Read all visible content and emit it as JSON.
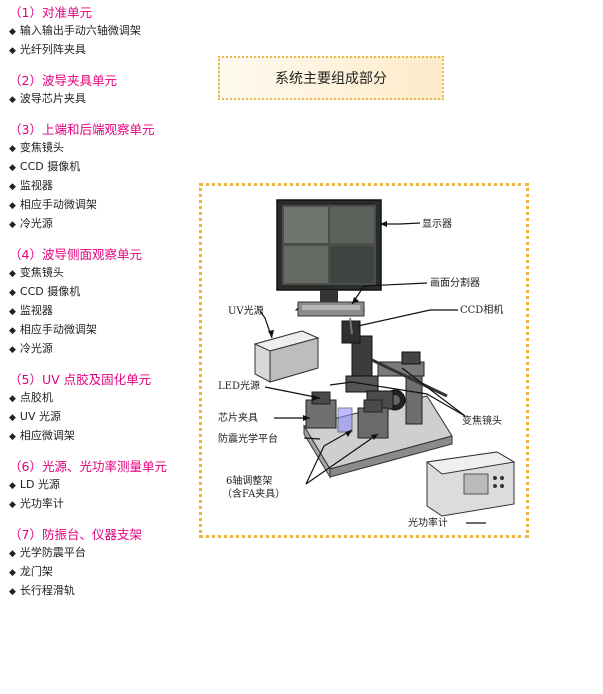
{
  "sections": [
    {
      "title": "（1）对准单元",
      "items": [
        "输入输出手动六轴微调架",
        "光纤列阵夹具"
      ]
    },
    {
      "title": "（2）波导夹具单元",
      "items": [
        "波导芯片夹具"
      ]
    },
    {
      "title": "（3）上端和后端观察单元",
      "items": [
        "变焦镜头",
        "CCD 摄像机",
        "监视器",
        "相应手动微调架",
        "冷光源"
      ]
    },
    {
      "title": "（4）波导侧面观察单元",
      "items": [
        "变焦镜头",
        "CCD 摄像机",
        "监视器",
        "相应手动微调架",
        "冷光源"
      ]
    },
    {
      "title": "（5）UV 点胶及固化单元",
      "items": [
        "点胶机",
        "UV 光源",
        "相应微调架"
      ]
    },
    {
      "title": "（6）光源、光功率测量单元",
      "items": [
        "LD 光源",
        "光功率计"
      ]
    },
    {
      "title": "（7）防振台、仪器支架",
      "items": [
        "光学防震平台",
        "龙门架",
        "长行程滑轨"
      ]
    }
  ],
  "bullet": "◆",
  "main_title": "系统主要组成部分",
  "diagram_labels": {
    "monitor": "显示器",
    "splitter": "画面分割器",
    "ccd": "CCD相机",
    "uv": "UV光源",
    "led": "LED光源",
    "zoom": "变焦镜头",
    "chip": "芯片夹具",
    "table": "防震光学平台",
    "mount_line1": "6轴调整架",
    "mount_line2": "（含FA夹具）",
    "power_meter": "光功率计"
  }
}
